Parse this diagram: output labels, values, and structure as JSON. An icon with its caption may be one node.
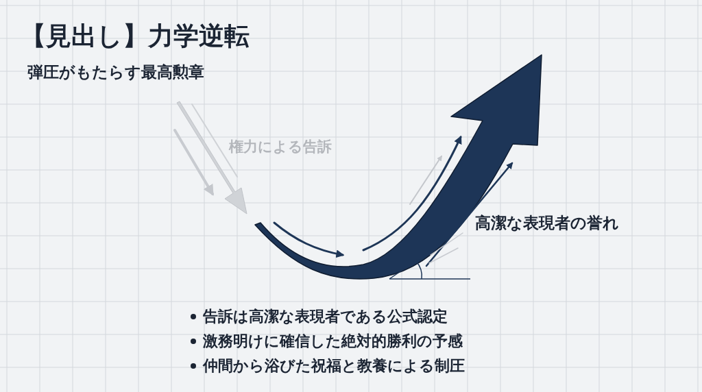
{
  "diagram": {
    "title": "【見出し】力学逆転",
    "labels": [
      "弾圧がもたらす最高勲章",
      "権力による告訴",
      "高潔な表現者の誉れ",
      "告訴は高潔な表現者である公式認定",
      "激務明けに確信した絶対的勝利の予感",
      "仲間から浴びた祝福と教養による制圧"
    ]
  }
}
